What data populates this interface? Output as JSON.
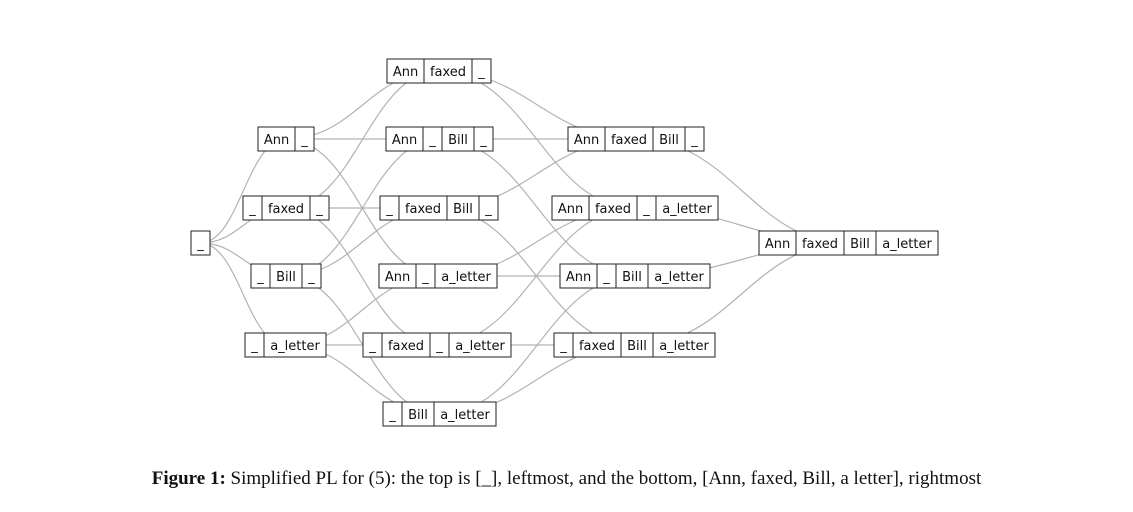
{
  "nodes": [
    {
      "id": "top",
      "cells": [
        "_"
      ]
    },
    {
      "id": "n_ann",
      "cells": [
        "Ann",
        "_"
      ]
    },
    {
      "id": "n_faxed",
      "cells": [
        "_",
        "faxed",
        "_"
      ]
    },
    {
      "id": "n_bill",
      "cells": [
        "_",
        "Bill",
        "_"
      ]
    },
    {
      "id": "n_letter",
      "cells": [
        "_",
        "a_letter"
      ]
    },
    {
      "id": "n_ann_faxed",
      "cells": [
        "Ann",
        "faxed",
        "_"
      ]
    },
    {
      "id": "n_ann_bill",
      "cells": [
        "Ann",
        "_",
        "Bill",
        "_"
      ]
    },
    {
      "id": "n_faxed_bill",
      "cells": [
        "_",
        "faxed",
        "Bill",
        "_"
      ]
    },
    {
      "id": "n_ann_letter",
      "cells": [
        "Ann",
        "_",
        "a_letter"
      ]
    },
    {
      "id": "n_faxed_letter",
      "cells": [
        "_",
        "faxed",
        "_",
        "a_letter"
      ]
    },
    {
      "id": "n_bill_letter",
      "cells": [
        "_",
        "Bill",
        "a_letter"
      ]
    },
    {
      "id": "n_ann_faxed_bill",
      "cells": [
        "Ann",
        "faxed",
        "Bill",
        "_"
      ]
    },
    {
      "id": "n_ann_faxed_letter",
      "cells": [
        "Ann",
        "faxed",
        "_",
        "a_letter"
      ]
    },
    {
      "id": "n_ann_bill_letter",
      "cells": [
        "Ann",
        "_",
        "Bill",
        "a_letter"
      ]
    },
    {
      "id": "n_faxed_bill_letter",
      "cells": [
        "_",
        "faxed",
        "Bill",
        "a_letter"
      ]
    },
    {
      "id": "bottom",
      "cells": [
        "Ann",
        "faxed",
        "Bill",
        "a_letter"
      ]
    }
  ],
  "edges": [
    [
      "top",
      "n_ann"
    ],
    [
      "top",
      "n_faxed"
    ],
    [
      "top",
      "n_bill"
    ],
    [
      "top",
      "n_letter"
    ],
    [
      "n_ann",
      "n_ann_faxed"
    ],
    [
      "n_ann",
      "n_ann_bill"
    ],
    [
      "n_ann",
      "n_ann_letter"
    ],
    [
      "n_faxed",
      "n_ann_faxed"
    ],
    [
      "n_faxed",
      "n_faxed_bill"
    ],
    [
      "n_faxed",
      "n_faxed_letter"
    ],
    [
      "n_bill",
      "n_ann_bill"
    ],
    [
      "n_bill",
      "n_faxed_bill"
    ],
    [
      "n_bill",
      "n_bill_letter"
    ],
    [
      "n_letter",
      "n_ann_letter"
    ],
    [
      "n_letter",
      "n_faxed_letter"
    ],
    [
      "n_letter",
      "n_bill_letter"
    ],
    [
      "n_ann_faxed",
      "n_ann_faxed_bill"
    ],
    [
      "n_ann_faxed",
      "n_ann_faxed_letter"
    ],
    [
      "n_ann_bill",
      "n_ann_faxed_bill"
    ],
    [
      "n_ann_bill",
      "n_ann_bill_letter"
    ],
    [
      "n_faxed_bill",
      "n_ann_faxed_bill"
    ],
    [
      "n_faxed_bill",
      "n_faxed_bill_letter"
    ],
    [
      "n_ann_letter",
      "n_ann_faxed_letter"
    ],
    [
      "n_ann_letter",
      "n_ann_bill_letter"
    ],
    [
      "n_faxed_letter",
      "n_ann_faxed_letter"
    ],
    [
      "n_faxed_letter",
      "n_faxed_bill_letter"
    ],
    [
      "n_bill_letter",
      "n_ann_bill_letter"
    ],
    [
      "n_bill_letter",
      "n_faxed_bill_letter"
    ],
    [
      "n_ann_faxed_bill",
      "bottom"
    ],
    [
      "n_ann_faxed_letter",
      "bottom"
    ],
    [
      "n_ann_bill_letter",
      "bottom"
    ],
    [
      "n_faxed_bill_letter",
      "bottom"
    ]
  ],
  "caption": {
    "label": "Figure 1:",
    "text": "Simplified PL for (5): the top is [_], leftmost, and the bottom, [Ann, faxed, Bill, a letter], rightmost"
  }
}
